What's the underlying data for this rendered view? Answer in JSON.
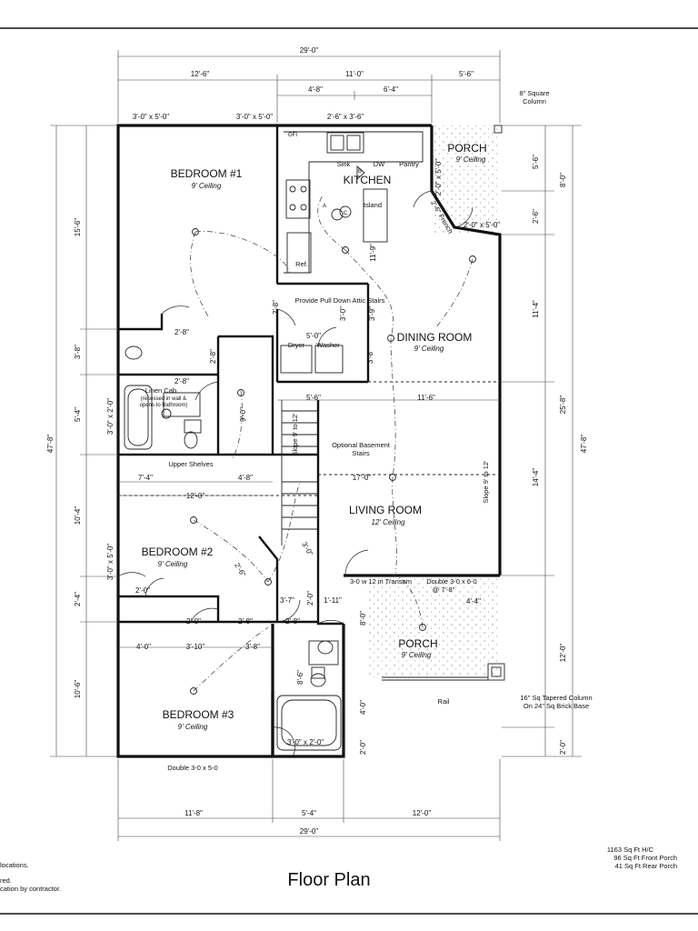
{
  "title": "Floor Plan",
  "stats": [
    "1163 Sq Ft H/C",
    "96 Sq Ft Front Porch",
    "41 Sq Ft Rear Porch"
  ],
  "notes": [
    "locations.",
    "red.",
    "cation by contractor."
  ],
  "rooms": {
    "bedroom1": {
      "name": "BEDROOM #1",
      "ceiling": "9' Ceiling"
    },
    "bedroom2": {
      "name": "BEDROOM #2",
      "ceiling": "9' Ceiling"
    },
    "bedroom3": {
      "name": "BEDROOM #3",
      "ceiling": "9' Ceiling"
    },
    "kitchen": {
      "name": "KITCHEN"
    },
    "dining": {
      "name": "DINING ROOM",
      "ceiling": "9' Ceiling"
    },
    "living": {
      "name": "LIVING ROOM",
      "ceiling": "12' Ceiling"
    },
    "porch_rear": {
      "name": "PORCH",
      "ceiling": "9' Ceiling"
    },
    "porch_front": {
      "name": "PORCH",
      "ceiling": "9' Ceiling"
    }
  },
  "labels": {
    "sink": "Sink",
    "dw": "DW",
    "pantry": "Pantry",
    "island": "Island",
    "ref": "Ref.",
    "attic": "Provide Pull Down Attic Stairs",
    "dryer": "Dryer",
    "washer": "Washer",
    "linen": "Linen Cab.",
    "linen_note1": "(recessed in wall &",
    "linen_note2": "opens to Bathroom)",
    "upper_shelves": "Upper Shelves",
    "basement1": "Optional Basement",
    "basement2": "Stairs",
    "slope_hall": "Slope 9' to 12'",
    "slope_living": "Slope 9' to 12'",
    "column_rear1": "8\" Square",
    "column_rear2": "Column",
    "transom": "3-0 w 12 in Transom",
    "front_door1": "Double 3-0 x 6-0",
    "front_door2": "@ 7'-8\"",
    "column_front1": "16\" Sq Tapered Column",
    "column_front2": "On 24\" Sq Brick Base",
    "rail": "Rail",
    "double_window": "Double 3-0 x 5-0",
    "french": "2'-6\" French",
    "gfi": "GFI",
    "tag_a": "A",
    "tag_b": "B",
    "tag_c": "C"
  },
  "dims": {
    "top_total": "29'-0\"",
    "top_a": "12'-6\"",
    "top_b": "11'-0\"",
    "top_c": "5'-6\"",
    "top_d": "4'-8\"",
    "top_e": "6'-4\"",
    "win_b1_1": "3'-0\" x 5'-0\"",
    "win_b1_2": "3'-0\" x 5'-0\"",
    "win_kit": "2'-6\" x 3'-6\"",
    "win_porch1": "2'-0\" x 5'-0\"",
    "win_porch2": "2'-0\" x 5'-0\"",
    "win_bath": "3'-0\" x 2'-0\"",
    "win_b2": "3'-0\" x 5'-0\"",
    "win_bath2": "3'-0\" x 2'-0\"",
    "left_a": "15'-6\"",
    "left_b": "3'-8\"",
    "left_c": "5'-4\"",
    "left_d": "10'-4\"",
    "left_e": "2'-4\"",
    "left_f": "10'-6\"",
    "left_total": "47'-8\"",
    "right_a": "5'-6\"",
    "right_b": "8'-0\"",
    "right_c": "2'-6\"",
    "right_d": "11'-4\"",
    "right_e": "25'-8\"",
    "right_f": "14'-4\"",
    "right_g": "12'-0\"",
    "right_h": "2'-0\"",
    "right_total": "47'-8\"",
    "bot_a": "11'-8\"",
    "bot_b": "5'-4\"",
    "bot_c": "12'-0\"",
    "bot_total": "29'-0\"",
    "i_11_9": "11'-9\"",
    "i_3_9": "3'-9\"",
    "i_3_0a": "3'-0\"",
    "i_2_8a": "2'-8\"",
    "i_5_0": "5'-0\"",
    "i_3_8": "3'-8\"",
    "i_2_8b": "2'-8\"",
    "i_2_8c": "2'-8\"",
    "i_2_8d": "2'-8\"",
    "i_9_0": "9'-0\"",
    "i_5_6": "5'-6\"",
    "i_11_6": "11'-6\"",
    "i_7_4": "7'-4\"",
    "i_4_8": "4'-8\"",
    "i_17_0": "17'-0\"",
    "i_12_0": "12'-0\"",
    "i_2_0a": "2'-0\"",
    "i_2_0b": "2'-0\"",
    "i_2_8e": "2'-8\"",
    "i_2_8f": "2'-8\"",
    "i_3_7": "3'-7\"",
    "i_1_11": "1'-11\"",
    "i_2_0c": "2'-0\"",
    "i_8_0": "8'-0\"",
    "i_4_4": "4'-4\"",
    "i_4_0a": "4'-0\"",
    "i_3_10": "3'-10\"",
    "i_3_8b": "3'-8\"",
    "i_8_6": "8'-6\"",
    "i_4_0b": "4'-0\"",
    "i_2_0d": "2'-0\"",
    "i_3_0b": "3'-0\"",
    "i_2_6": "2'-6\"",
    "i_3_0c": "3'-0\""
  }
}
